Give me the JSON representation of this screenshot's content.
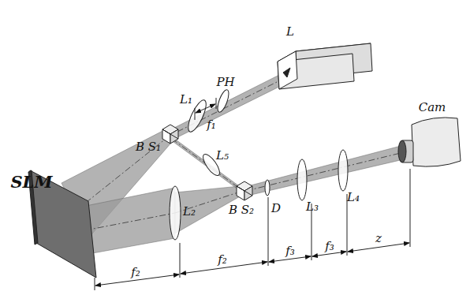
{
  "diagram": {
    "labels": [
      "L",
      "PH",
      "L₁",
      "f₁",
      "B S₁",
      "L₅",
      "SLM",
      "B S₂",
      "L₂",
      "D",
      "L₃",
      "L₄",
      "Cam",
      "f₂",
      "f₂",
      "f₃",
      "f₃",
      "z"
    ]
  }
}
